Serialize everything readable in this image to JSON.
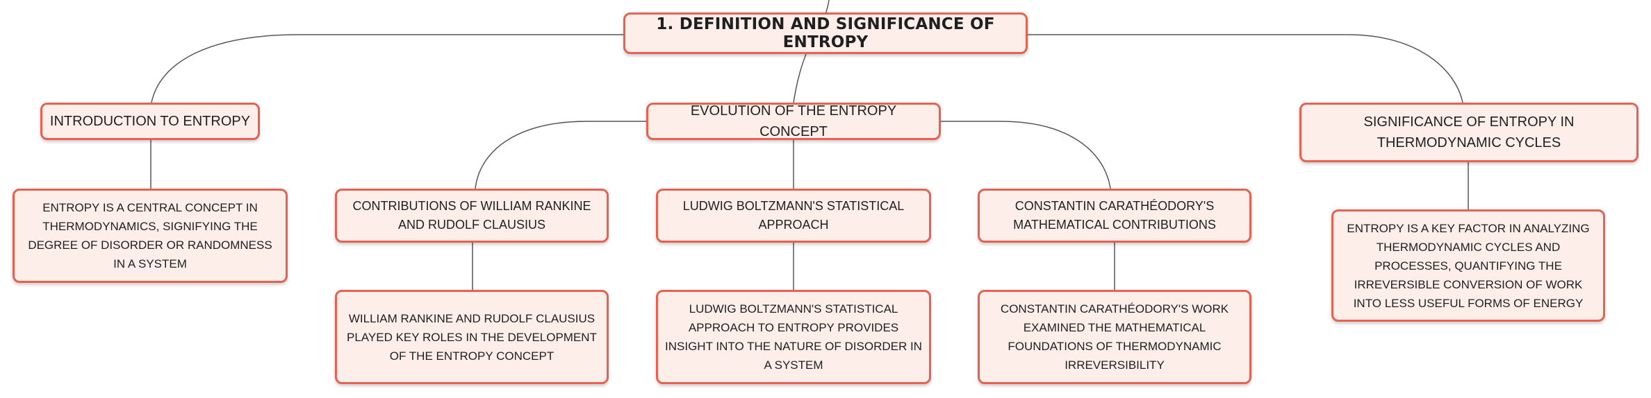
{
  "root": {
    "label": "1. DEFINITION AND SIGNIFICANCE OF ENTROPY"
  },
  "introduction": {
    "label": "INTRODUCTION TO ENTROPY",
    "detail": "ENTROPY IS A CENTRAL CONCEPT IN THERMODYNAMICS, SIGNIFYING THE DEGREE OF DISORDER OR RANDOMNESS IN A SYSTEM"
  },
  "evolution": {
    "label": "EVOLUTION OF THE ENTROPY CONCEPT",
    "branches": [
      {
        "label": "CONTRIBUTIONS OF WILLIAM RANKINE AND RUDOLF CLAUSIUS",
        "detail": "WILLIAM RANKINE AND RUDOLF CLAUSIUS PLAYED KEY ROLES IN THE DEVELOPMENT OF THE ENTROPY CONCEPT"
      },
      {
        "label": "LUDWIG BOLTZMANN'S STATISTICAL APPROACH",
        "detail": "LUDWIG BOLTZMANN'S STATISTICAL APPROACH TO ENTROPY PROVIDES INSIGHT INTO THE NATURE OF DISORDER IN A SYSTEM"
      },
      {
        "label": "CONSTANTIN CARATHÉODORY'S MATHEMATICAL CONTRIBUTIONS",
        "detail": "CONSTANTIN CARATHÉODORY'S WORK EXAMINED THE MATHEMATICAL FOUNDATIONS OF THERMODYNAMIC IRREVERSIBILITY"
      }
    ]
  },
  "significance": {
    "label": "SIGNIFICANCE OF ENTROPY IN THERMODYNAMIC CYCLES",
    "detail": "ENTROPY IS A KEY FACTOR IN ANALYZING THERMODYNAMIC CYCLES AND PROCESSES, QUANTIFYING THE IRREVERSIBLE CONVERSION OF WORK INTO LESS USEFUL FORMS OF ENERGY"
  },
  "colors": {
    "border": "#e8604f",
    "fill": "#fdeeea",
    "line": "#555555"
  }
}
